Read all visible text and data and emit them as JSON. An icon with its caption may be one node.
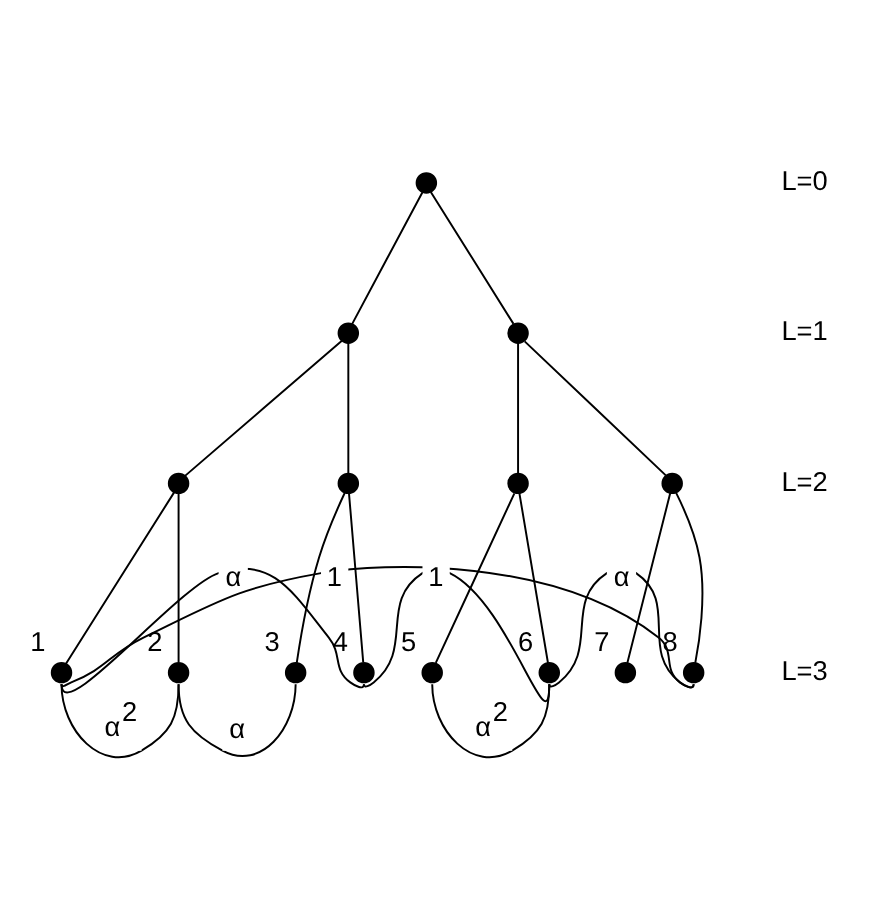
{
  "diagram": {
    "nodes": [
      {
        "text": [],
        "shape": "circle"
      },
      {
        "text": [],
        "shape": "circle"
      },
      {
        "text": [],
        "shape": "circle"
      },
      {
        "text": [],
        "shape": "circle"
      },
      {
        "text": [],
        "shape": "circle"
      },
      {
        "text": [],
        "shape": "circle"
      },
      {
        "text": [],
        "shape": "circle"
      },
      {
        "text": [],
        "shape": "circle",
        "beside": [
          "1"
        ]
      },
      {
        "text": [],
        "shape": "circle",
        "beside": [
          "2"
        ]
      },
      {
        "text": [],
        "shape": "circle",
        "beside": [
          "3"
        ]
      },
      {
        "text": [],
        "shape": "circle",
        "beside": [
          "4"
        ]
      },
      {
        "text": [],
        "shape": "circle",
        "beside": [
          "5"
        ]
      },
      {
        "text": [],
        "shape": "circle",
        "beside": [
          "6"
        ]
      },
      {
        "text": [],
        "shape": "circle",
        "beside": [
          "7"
        ]
      },
      {
        "text": [],
        "shape": "circle",
        "beside": [
          "8"
        ]
      }
    ],
    "edges": [
      {
        "from": 0,
        "to": 1,
        "arrow": "none"
      },
      {
        "from": 0,
        "to": 2,
        "arrow": "none"
      },
      {
        "from": 1,
        "to": 3,
        "arrow": "none"
      },
      {
        "from": 1,
        "to": 4,
        "arrow": "none"
      },
      {
        "from": 2,
        "to": 5,
        "arrow": "none"
      },
      {
        "from": 2,
        "to": 6,
        "arrow": "none"
      },
      {
        "from": 3,
        "to": 7,
        "arrow": "none"
      },
      {
        "from": 3,
        "to": 8,
        "arrow": "none"
      },
      {
        "from": 4,
        "to": 9,
        "arrow": "none"
      },
      {
        "from": 4,
        "to": 10,
        "arrow": "none"
      },
      {
        "from": 5,
        "to": 11,
        "arrow": "none"
      },
      {
        "from": 5,
        "to": 12,
        "arrow": "none"
      },
      {
        "from": 6,
        "to": 13,
        "arrow": "none"
      },
      {
        "from": 6,
        "to": 14,
        "arrow": "none"
      },
      {
        "from": 7,
        "to": 8,
        "arrow": "none",
        "label": "α$^{2}$"
      },
      {
        "from": 8,
        "to": 9,
        "arrow": "none",
        "label": "α"
      },
      {
        "from": 7,
        "to": 10,
        "arrow": "none",
        "label": "α"
      },
      {
        "from": 10,
        "to": 12,
        "arrow": "none",
        "label": "1"
      },
      {
        "from": 11,
        "to": 12,
        "arrow": "none",
        "label": "α$^{2}$"
      },
      {
        "from": 12,
        "to": 14,
        "arrow": "none",
        "label": "α"
      },
      {
        "from": 7,
        "to": 14,
        "arrow": "none",
        "label": "1"
      }
    ],
    "labels": [
      "L=0",
      "L=1",
      "L=2",
      "L=3"
    ]
  }
}
